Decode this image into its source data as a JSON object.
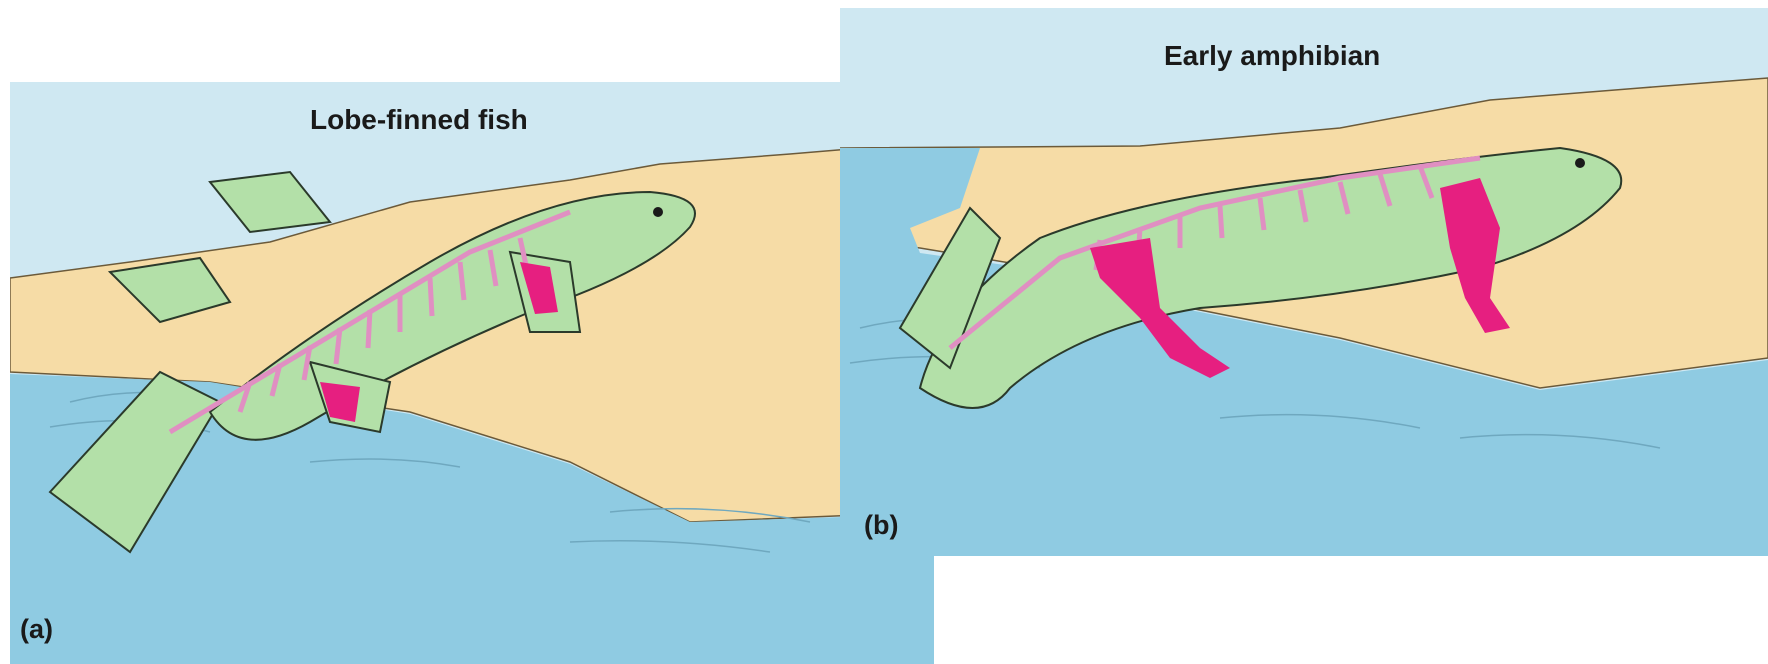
{
  "panels": [
    {
      "letter": "(a)",
      "title": "Lobe-finned fish"
    },
    {
      "letter": "(b)",
      "title": "Early amphibian"
    }
  ],
  "colors": {
    "sky": "#cfe8f2",
    "water": "#8fcbe2",
    "sand": "#f6dca6",
    "body": "#b3e0a8",
    "bone": "#e08fc2",
    "limb_bone": "#e61f80",
    "outline": "#2b3a2b"
  }
}
